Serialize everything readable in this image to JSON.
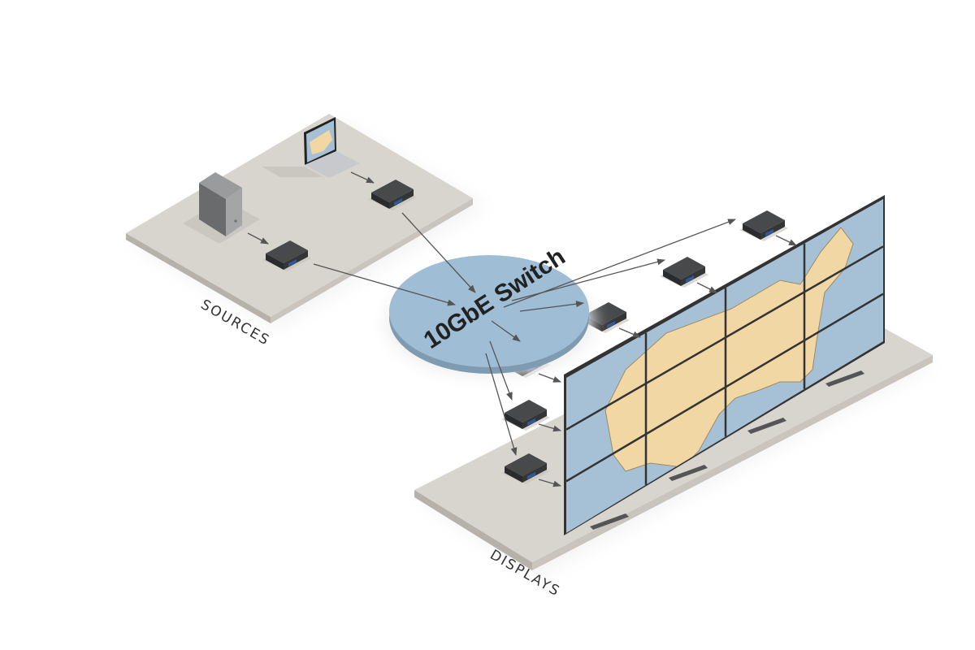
{
  "labels": {
    "sources": "SOURCES",
    "displays": "DISPLAYS",
    "switch": "10GbE Switch"
  },
  "colors": {
    "platform_top": "#d8d5cf",
    "platform_edge": "#bdb9b1",
    "switch_top": "#9fbdd4",
    "switch_edge": "#7f9bb2",
    "device": "#3a3b3d",
    "device_port": "#2e5a9a",
    "panel": "#a6c1d6",
    "map_land": "#f1d7a3",
    "arrow": "#555555"
  }
}
